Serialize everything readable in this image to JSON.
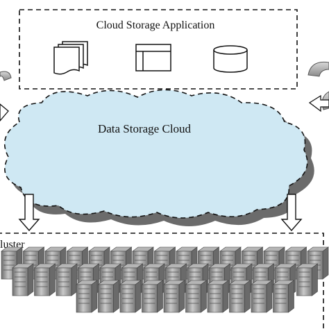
{
  "application": {
    "title": "Cloud Storage Application",
    "icons": [
      "documents-stack-icon",
      "window-icon",
      "database-cylinder-icon"
    ]
  },
  "cloud": {
    "title": "Data Storage Cloud",
    "fill_color": "#cfe8f3"
  },
  "cluster": {
    "label": "luster",
    "server_rows": 3
  },
  "colors": {
    "stroke": "#111111",
    "arrow_gray": "#9a9a9a",
    "server_gray": "#8f8f8f"
  }
}
